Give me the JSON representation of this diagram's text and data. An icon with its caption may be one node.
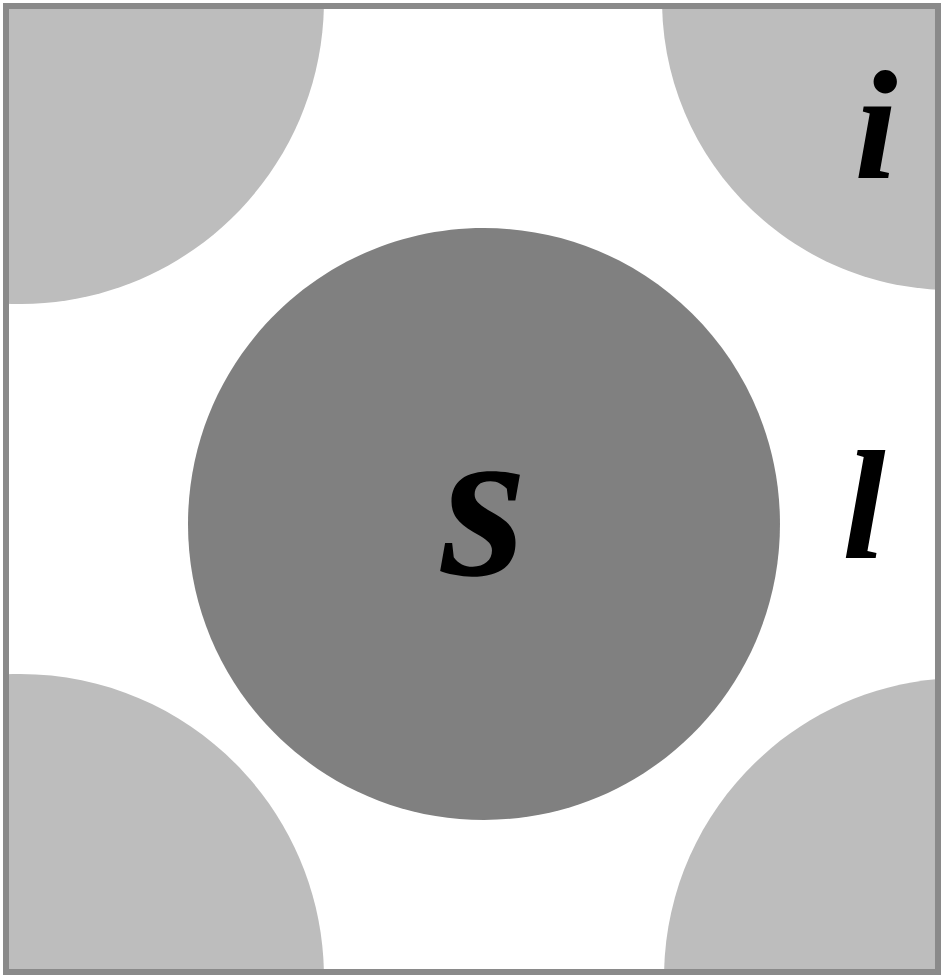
{
  "diagram": {
    "nodes": [
      {
        "text": [],
        "shape": "circle"
      },
      {
        "text": [
          "i"
        ]
      },
      {
        "text": [
          "s"
        ]
      },
      {
        "text": [],
        "shape": "circle"
      },
      {
        "text": [],
        "shape": "circle"
      }
    ],
    "labels": [
      "l"
    ]
  }
}
